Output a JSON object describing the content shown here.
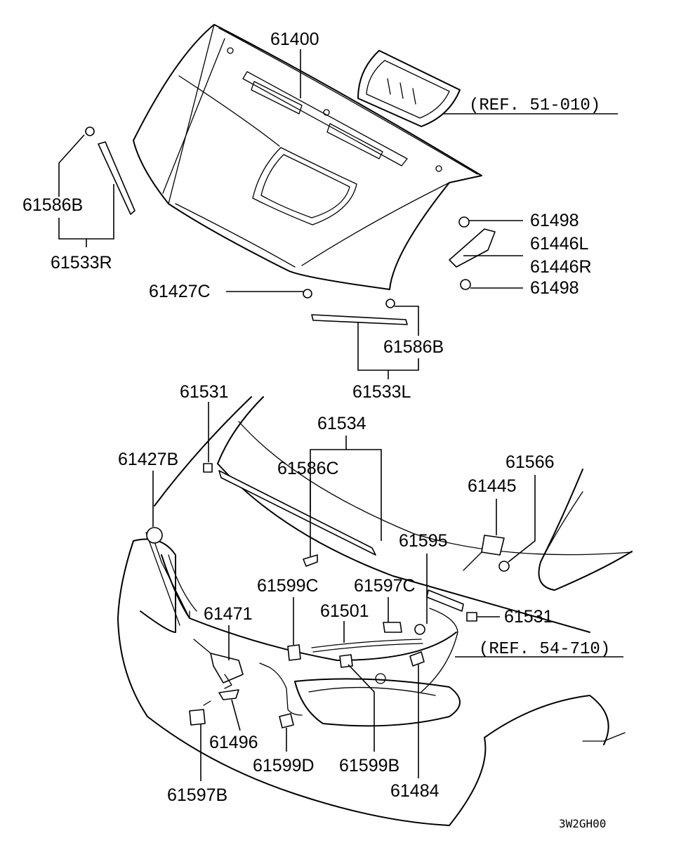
{
  "labels": {
    "p61400": "61400",
    "ref51010": "(REF. 51-010)",
    "p61586B_top": "61586B",
    "p61533R": "61533R",
    "p61498_a": "61498",
    "p61446L": "61446L",
    "p61446R": "61446R",
    "p61498_b": "61498",
    "p61427C": "61427C",
    "p61586B_mid": "61586B",
    "p61533L": "61533L",
    "p61531_left": "61531",
    "p61534": "61534",
    "p61427B": "61427B",
    "p61586C": "61586C",
    "p61566": "61566",
    "p61445": "61445",
    "p61595": "61595",
    "p61599C": "61599C",
    "p61597C": "61597C",
    "p61471": "61471",
    "p61501": "61501",
    "p61531_right": "61531",
    "ref54710": "(REF. 54-710)",
    "p61496": "61496",
    "p61599D": "61599D",
    "p61599B": "61599B",
    "p61484": "61484",
    "p61597B": "61597B",
    "drawing_code": "3W2GH00"
  }
}
